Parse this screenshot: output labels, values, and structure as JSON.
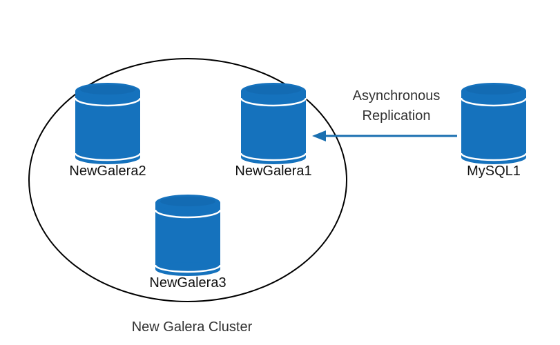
{
  "diagram": {
    "cluster_label": "New Galera Cluster",
    "edge_label_line1": "Asynchronous",
    "edge_label_line2": "Replication",
    "nodes": {
      "newgalera2": "NewGalera2",
      "newgalera1": "NewGalera1",
      "newgalera3": "NewGalera3",
      "mysql1": "MySQL1"
    }
  },
  "colors": {
    "db_fill": "#1572bd",
    "db_dark": "#0f5996",
    "db_band": "#ffffff",
    "arrow": "#1a6fb0",
    "outline": "#000000"
  },
  "icons": {
    "database": "database-cylinder-icon"
  }
}
